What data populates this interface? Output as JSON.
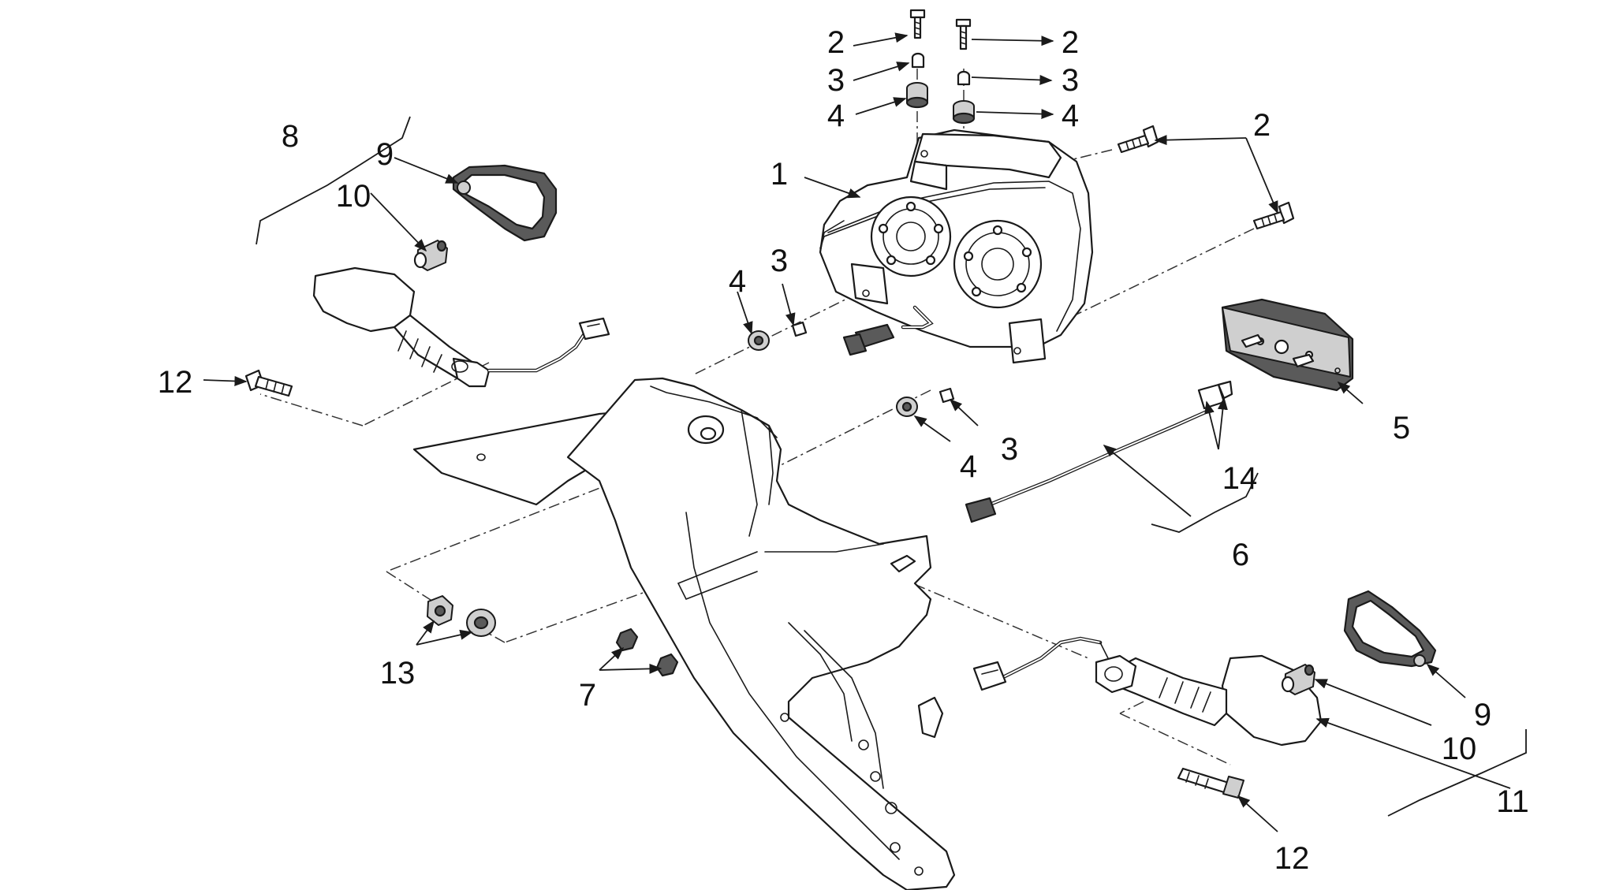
{
  "diagram": {
    "background": "#ffffff",
    "line_color": "#1a1a1a"
  },
  "callouts": [
    {
      "id": "c1",
      "text": "1"
    },
    {
      "id": "c2a",
      "text": "2"
    },
    {
      "id": "c2b",
      "text": "2"
    },
    {
      "id": "c2c",
      "text": "2"
    },
    {
      "id": "c3a",
      "text": "3"
    },
    {
      "id": "c3b",
      "text": "3"
    },
    {
      "id": "c3c",
      "text": "3"
    },
    {
      "id": "c3d",
      "text": "3"
    },
    {
      "id": "c4a",
      "text": "4"
    },
    {
      "id": "c4b",
      "text": "4"
    },
    {
      "id": "c4c",
      "text": "4"
    },
    {
      "id": "c4d",
      "text": "4"
    },
    {
      "id": "c5",
      "text": "5"
    },
    {
      "id": "c6",
      "text": "6"
    },
    {
      "id": "c7",
      "text": "7"
    },
    {
      "id": "c8",
      "text": "8"
    },
    {
      "id": "c9a",
      "text": "9"
    },
    {
      "id": "c9b",
      "text": "9"
    },
    {
      "id": "c10a",
      "text": "10"
    },
    {
      "id": "c10b",
      "text": "10"
    },
    {
      "id": "c11",
      "text": "11"
    },
    {
      "id": "c12a",
      "text": "12"
    },
    {
      "id": "c12b",
      "text": "12"
    },
    {
      "id": "c13",
      "text": "13"
    },
    {
      "id": "c14",
      "text": "14"
    }
  ]
}
